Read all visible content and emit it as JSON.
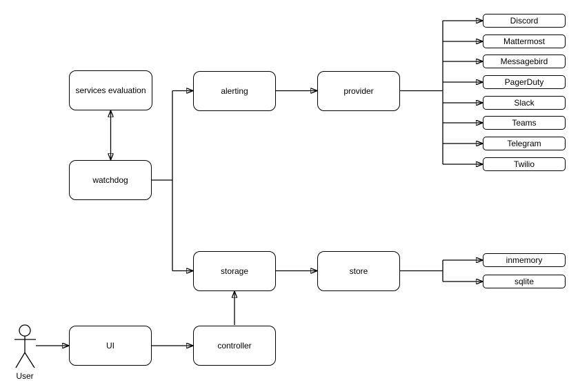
{
  "diagram": {
    "nodes": {
      "services_evaluation": "services evaluation",
      "watchdog": "watchdog",
      "alerting": "alerting",
      "provider": "provider",
      "storage": "storage",
      "store": "store",
      "ui": "UI",
      "controller": "controller"
    },
    "alert_providers": [
      "Discord",
      "Mattermost",
      "Messagebird",
      "PagerDuty",
      "Slack",
      "Teams",
      "Telegram",
      "Twilio"
    ],
    "store_backends": [
      "inmemory",
      "sqlite"
    ],
    "actor_label": "User",
    "colors": {
      "stroke": "#000000",
      "fill": "#ffffff",
      "text": "#000000"
    }
  }
}
